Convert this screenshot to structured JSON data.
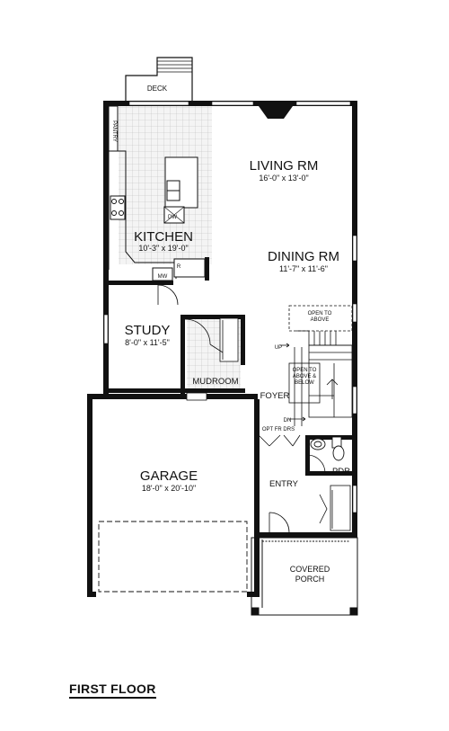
{
  "floor_title": "FIRST FLOOR",
  "rooms": {
    "deck": {
      "name": "DECK"
    },
    "pantry": {
      "name": "PANTRY"
    },
    "kitchen": {
      "name": "KITCHEN",
      "dims": "10'-3\" x 19'-0\""
    },
    "living": {
      "name": "LIVING RM",
      "dims": "16'-0\" x 13'-0\""
    },
    "dining": {
      "name": "DINING RM",
      "dims": "11'-7\" x 11'-6\""
    },
    "study": {
      "name": "STUDY",
      "dims": "8'-0\" x 11'-5\""
    },
    "mudroom": {
      "name": "MUDROOM"
    },
    "foyer": {
      "name": "FOYER"
    },
    "garage": {
      "name": "GARAGE",
      "dims": "18'-0\" x 20'-10\""
    },
    "entry": {
      "name": "ENTRY"
    },
    "pdr": {
      "name": "PDR"
    },
    "porch": {
      "line1": "COVERED",
      "line2": "PORCH"
    }
  },
  "fixtures": {
    "dw": "DW",
    "mw": "MW",
    "r": "R"
  },
  "annotations": {
    "open_to_above": {
      "line1": "OPEN TO",
      "line2": "ABOVE"
    },
    "open_to_above_below": {
      "line1": "OPEN TO",
      "line2": "ABOVE &",
      "line3": "BELOW"
    },
    "up": "UP",
    "dn": "DN",
    "opt_fr_drs": "OPT FR DRS"
  },
  "colors": {
    "wall": "#111111",
    "grid": "#bdbdbd",
    "tile_bg": "#f2f2f2"
  }
}
